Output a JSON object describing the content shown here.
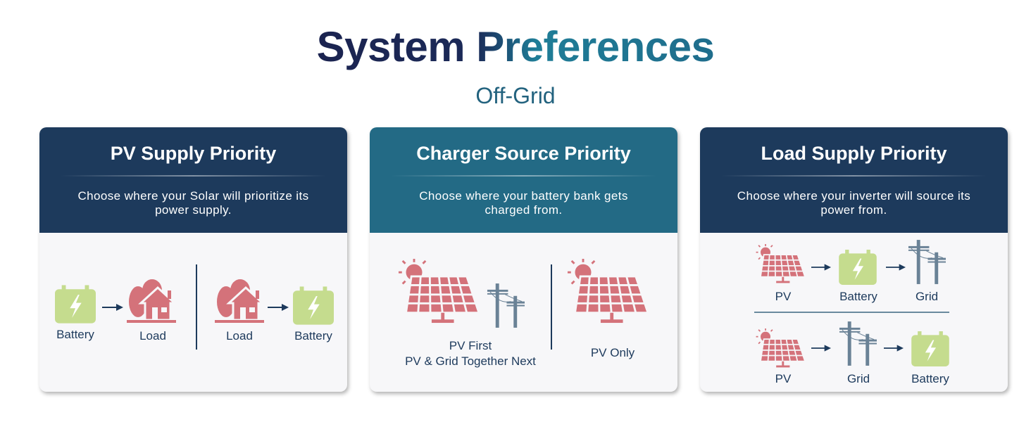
{
  "header": {
    "title": "System Preferences",
    "subtitle": "Off-Grid"
  },
  "colors": {
    "navy": "#1d3a5c",
    "teal": "#236a85",
    "battery": "#c5dc8e",
    "load": "#d4727a",
    "grid": "#6a8296"
  },
  "cards": [
    {
      "title": "PV Supply Priority",
      "description": "Choose where your Solar will prioritize its power supply.",
      "options": [
        {
          "from": "Battery",
          "to": "Load"
        },
        {
          "from": "Load",
          "to": "Battery"
        }
      ]
    },
    {
      "title": "Charger Source Priority",
      "description": "Choose where your battery bank gets charged from.",
      "options": [
        {
          "line1": "PV First",
          "line2": "PV & Grid Together Next"
        },
        {
          "line1": "PV Only"
        }
      ]
    },
    {
      "title": "Load Supply Priority",
      "description": "Choose where your inverter will source its power from.",
      "options": [
        {
          "steps": [
            "PV",
            "Battery",
            "Grid"
          ]
        },
        {
          "steps": [
            "PV",
            "Grid",
            "Battery"
          ]
        }
      ]
    }
  ]
}
